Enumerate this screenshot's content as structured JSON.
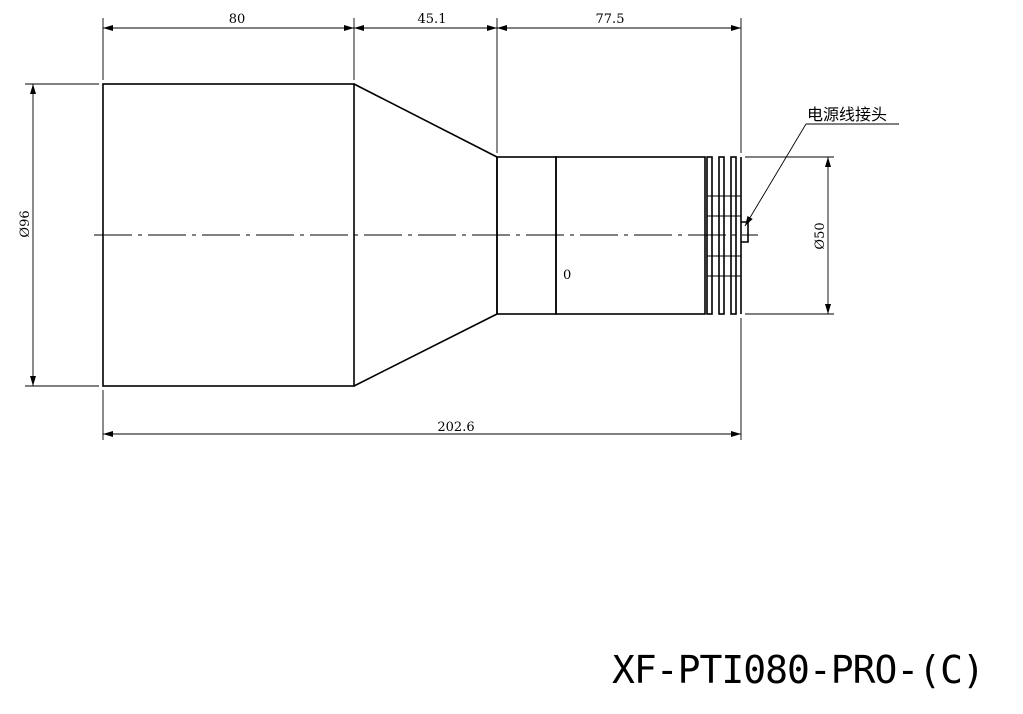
{
  "dimensions": {
    "len_barrel": "80",
    "len_taper": "45.1",
    "len_front": "77.5",
    "len_total": "202.6",
    "dia_large": "Ø96",
    "dia_small": "Ø50"
  },
  "annotation": {
    "connector_label": "电源线接头"
  },
  "marks": {
    "screw_symbol": "0"
  },
  "title_block": {
    "model": "XF-PTI080-PRO-(C)"
  }
}
